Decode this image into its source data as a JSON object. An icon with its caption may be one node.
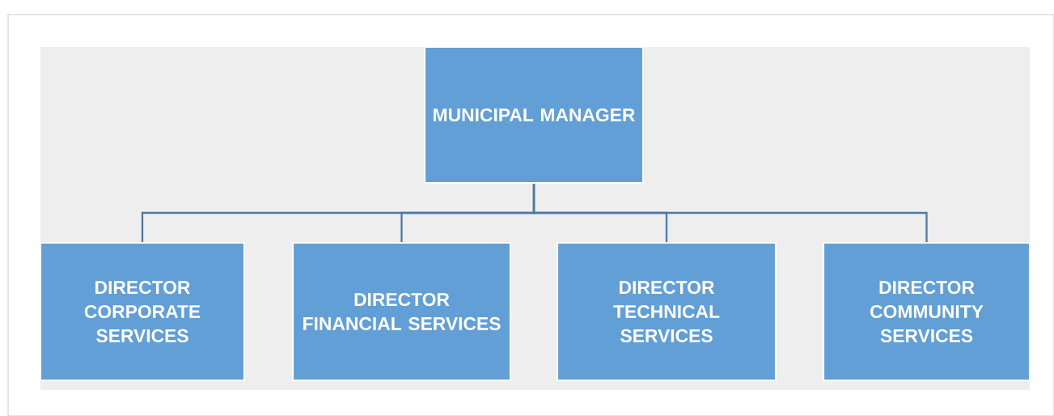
{
  "diagram": {
    "nodes": [
      {
        "text": [
          "MUNICIPAL MANAGER"
        ]
      },
      {
        "text": [
          "DIRECTOR CORPORATE SERVICES"
        ]
      },
      {
        "text": [
          "DIRECTOR FINANCIAL SERVICES"
        ]
      },
      {
        "text": [
          "DIRECTOR TECHNICAL SERVICES"
        ]
      },
      {
        "text": [
          "DIRECTOR COMMUNITY SERVICES"
        ]
      }
    ],
    "edges": [
      {
        "from": 0,
        "to": 1,
        "arrow": "none"
      },
      {
        "from": 0,
        "to": 2,
        "arrow": "none"
      },
      {
        "from": 0,
        "to": 3,
        "arrow": "none"
      },
      {
        "from": 0,
        "to": 4,
        "arrow": "none"
      }
    ]
  }
}
